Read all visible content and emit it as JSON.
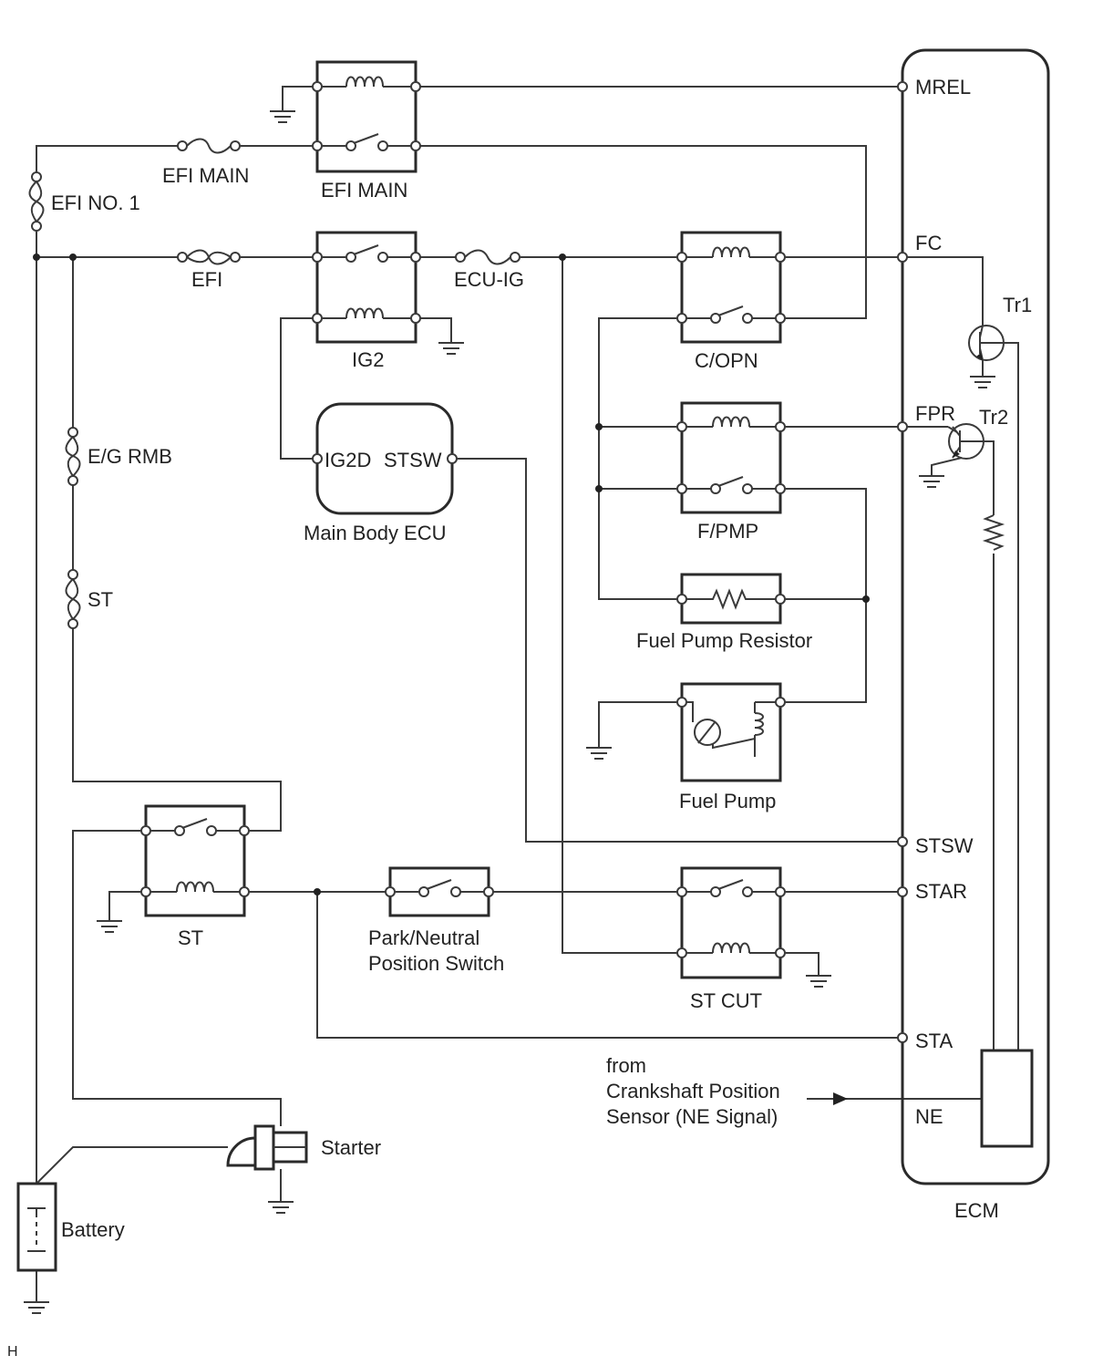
{
  "labels": {
    "efi_main_fuse": "EFI MAIN",
    "efi_main_relay": "EFI MAIN",
    "efi_no1_fuse": "EFI NO. 1",
    "efi_fuse": "EFI",
    "ecu_ig_fuse": "ECU-IG",
    "ig2_relay": "IG2",
    "copn_relay": "C/OPN",
    "fpmp_relay": "F/PMP",
    "fuel_pump_resistor": "Fuel Pump Resistor",
    "fuel_pump": "Fuel Pump",
    "eg_rmb_fuse": "E/G RMB",
    "st_fuse": "ST",
    "st_relay": "ST",
    "pn_switch_line1": "Park/Neutral",
    "pn_switch_line2": "Position Switch",
    "st_cut_relay": "ST CUT",
    "main_body_ecu": "Main Body ECU",
    "mbecu_pin_ig2d": "IG2D",
    "mbecu_pin_stsw": "STSW",
    "starter": "Starter",
    "battery": "Battery",
    "ecm": "ECM",
    "tr1": "Tr1",
    "tr2": "Tr2",
    "from_line1": "from",
    "from_line2": "Crankshaft Position",
    "from_line3": "Sensor (NE Signal)",
    "corner_mark": "H"
  },
  "ecm_pins": {
    "mrel": "MREL",
    "fc": "FC",
    "fpr": "FPR",
    "stsw": "STSW",
    "star": "STAR",
    "sta": "STA",
    "ne": "NE"
  }
}
